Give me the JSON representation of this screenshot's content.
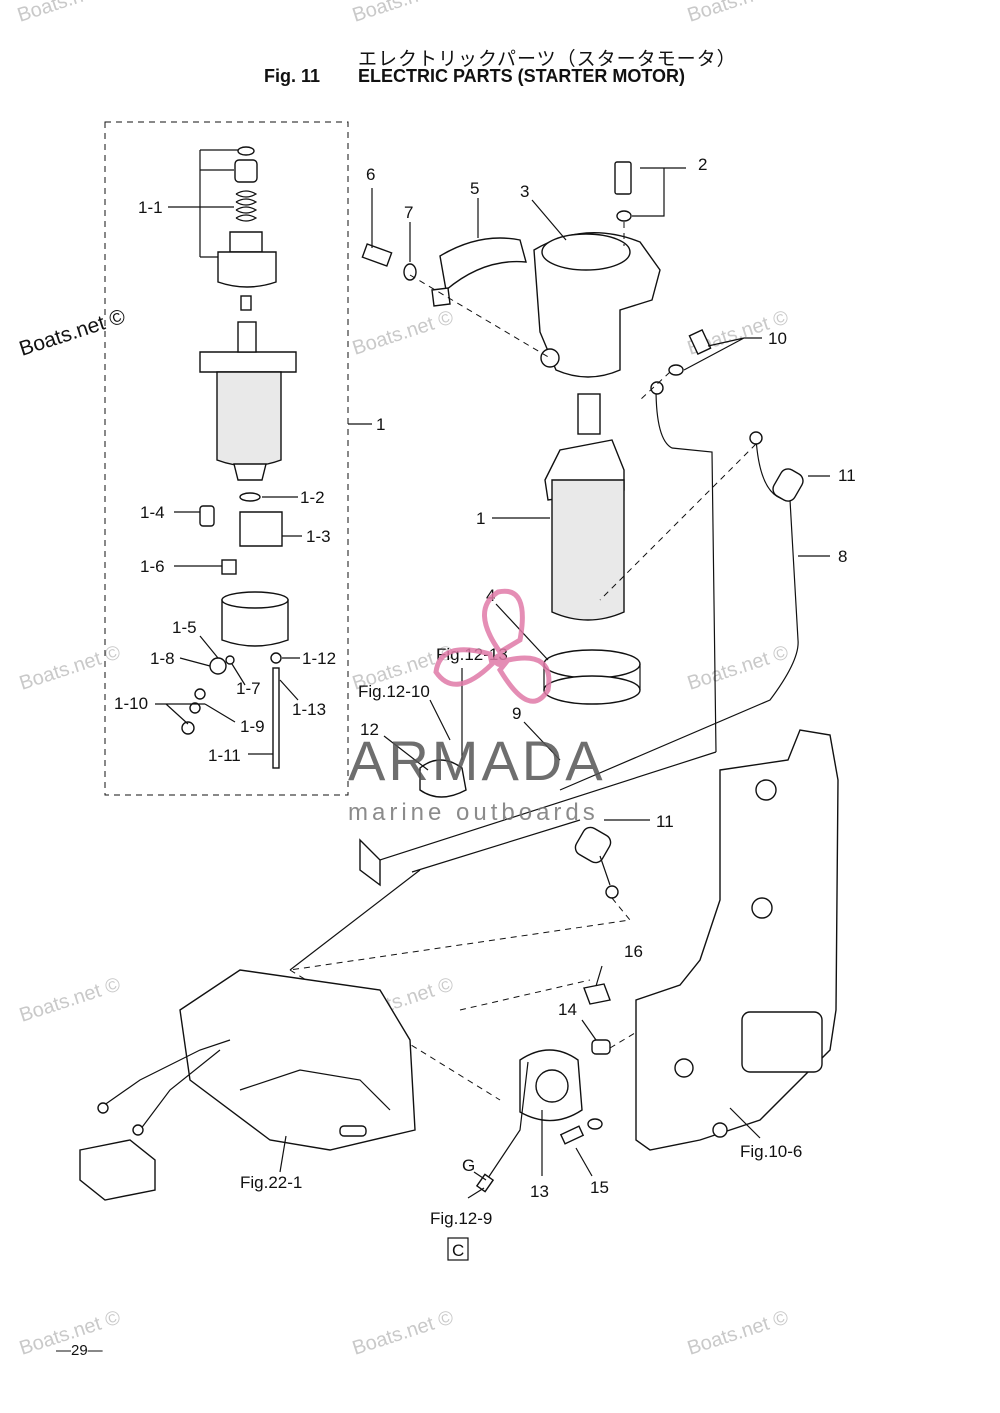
{
  "header": {
    "title_jp": "エレクトリックパーツ（スタータモータ）",
    "fig_label": "Fig. 11",
    "title_en": "ELECTRIC PARTS (STARTER MOTOR)"
  },
  "callouts": {
    "c1_1": "1-1",
    "c1_2": "1-2",
    "c1_3": "1-3",
    "c1_4": "1-4",
    "c1_5": "1-5",
    "c1_6": "1-6",
    "c1_7": "1-7",
    "c1_8": "1-8",
    "c1_9": "1-9",
    "c1_10": "1-10",
    "c1_11": "1-11",
    "c1_12": "1-12",
    "c1_13": "1-13",
    "c1": "1",
    "c1b": "1",
    "c2": "2",
    "c3": "3",
    "c4": "4",
    "c5": "5",
    "c6": "6",
    "c7": "7",
    "c8": "8",
    "c9": "9",
    "c10": "10",
    "c11a": "11",
    "c11b": "11",
    "c12": "12",
    "c13": "13",
    "c14": "14",
    "c15": "15",
    "c16": "16",
    "cG": "G"
  },
  "references": {
    "fig12_13": "Fig.12-13",
    "fig12_10": "Fig.12-10",
    "fig10_6": "Fig.10-6",
    "fig22_1": "Fig.22-1",
    "fig12_9": "Fig.12-9",
    "box_c": "C"
  },
  "page_number": "—29—",
  "watermarks": {
    "boats": "Boats.net ©",
    "logo_main": "ARMADA",
    "logo_sub": "marine outboards"
  },
  "colors": {
    "logo_pink": "#e07aa8",
    "logo_text": "#555555",
    "watermark_gray": "#c9c9c9"
  }
}
